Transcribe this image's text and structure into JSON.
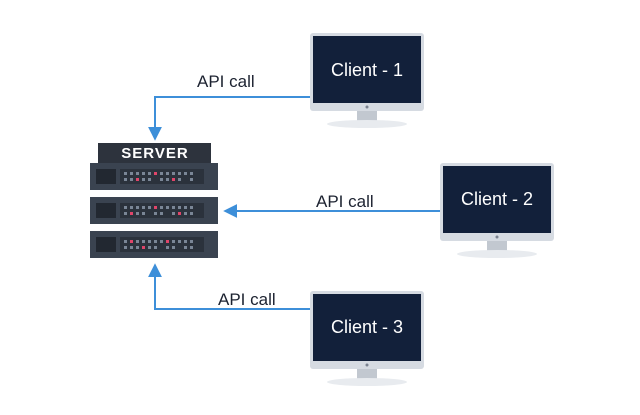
{
  "server": {
    "label": "SERVER"
  },
  "clients": [
    {
      "label": "Client - 1",
      "call_label": "API call"
    },
    {
      "label": "Client - 2",
      "call_label": "API call"
    },
    {
      "label": "Client - 3",
      "call_label": "API call"
    }
  ],
  "colors": {
    "arrow": "#3d8fd9",
    "screen": "#12203a",
    "monitor_frame": "#d6dbe2",
    "server_body": "#3a4350",
    "server_top": "#2d333d"
  }
}
